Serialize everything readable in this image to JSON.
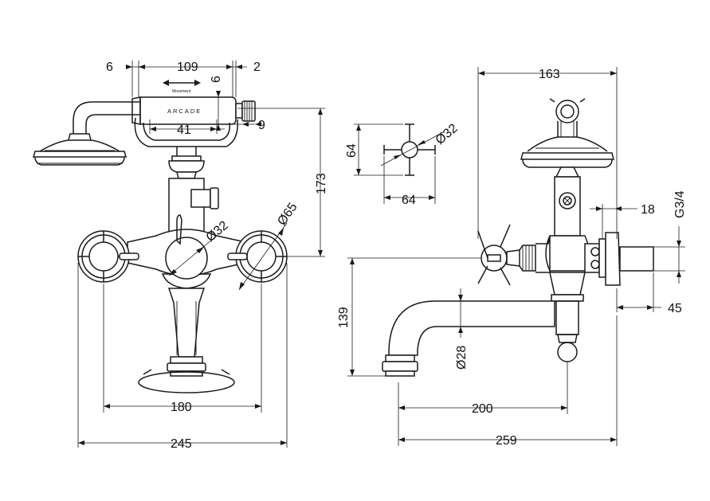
{
  "dimensions": {
    "d6_top": "6",
    "d109": "109",
    "d2": "2",
    "d6_vert": "6",
    "d41": "41",
    "d9": "9",
    "d173": "173",
    "dia32_front": "Ø32",
    "dia65": "Ø65",
    "d180": "180",
    "d245": "245",
    "d64_vert": "64",
    "d64_horiz": "64",
    "dia32_handle": "Ø32",
    "d163": "163",
    "d18": "18",
    "g34": "G3/4",
    "d139": "139",
    "dia28": "Ø28",
    "d45": "45",
    "d200": "200",
    "d259": "259"
  },
  "labels": {
    "brand": "ARCADE",
    "movement": "Movement"
  },
  "colors": {
    "line": "#1a1a1a",
    "background": "#ffffff"
  }
}
